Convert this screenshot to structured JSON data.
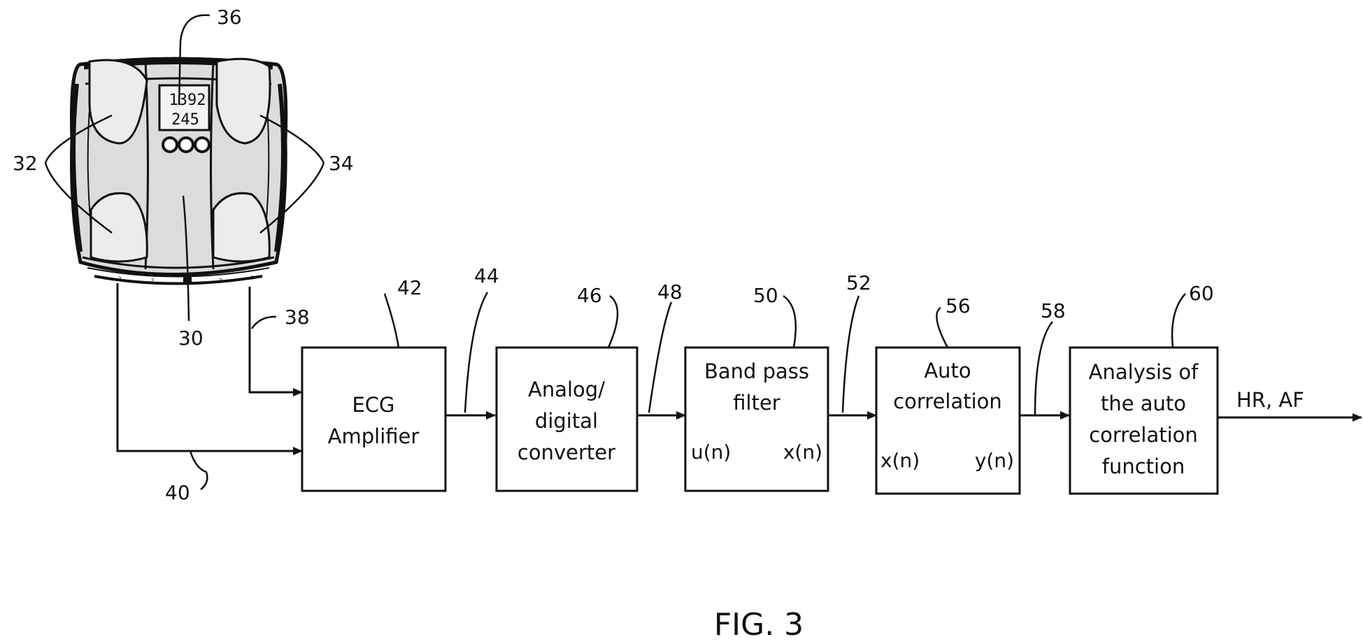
{
  "figure_label": "FIG. 3",
  "device": {
    "display_line1": "1392",
    "display_line2": "245",
    "pin_labels": [
      "1",
      "2",
      "3",
      "4"
    ]
  },
  "reference_numerals": {
    "r30": "30",
    "r32": "32",
    "r34": "34",
    "r36": "36",
    "r38": "38",
    "r40": "40",
    "r42": "42",
    "r44": "44",
    "r46": "46",
    "r48": "48",
    "r50": "50",
    "r52": "52",
    "r56": "56",
    "r58": "58",
    "r60": "60"
  },
  "blocks": {
    "ecg_amplifier": {
      "line1": "ECG",
      "line2": "Amplifier"
    },
    "adc": {
      "line1": "Analog/",
      "line2": "digital",
      "line3": "converter"
    },
    "band_pass": {
      "line1": "Band pass",
      "line2": "filter",
      "input": "u(n)",
      "output": "x(n)"
    },
    "auto_correlation": {
      "line1": "Auto",
      "line2": "correlation",
      "input": "x(n)",
      "output": "y(n)"
    },
    "analysis": {
      "line1": "Analysis of",
      "line2": "the auto",
      "line3": "correlation",
      "line4": "function"
    }
  },
  "output_label": "HR, AF"
}
